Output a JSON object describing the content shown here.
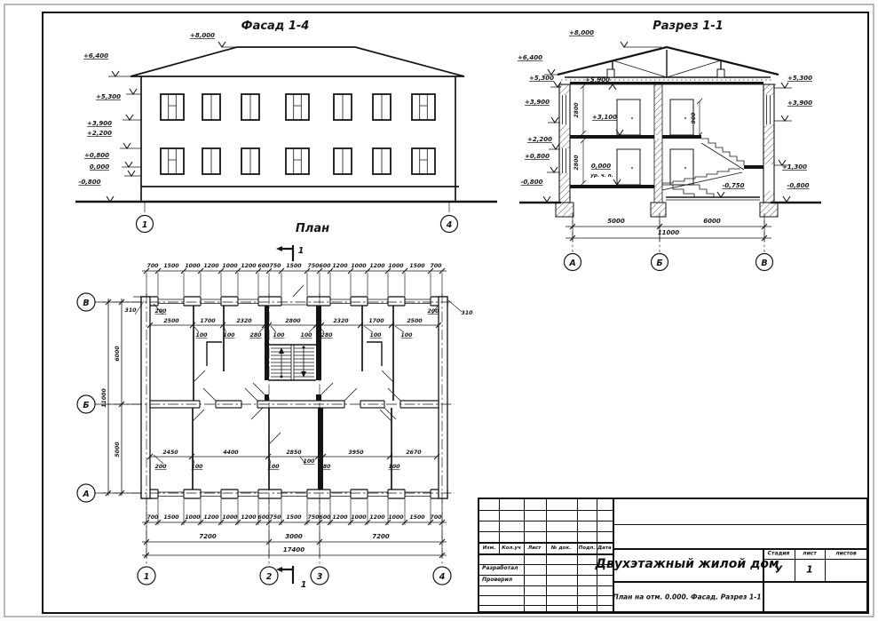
{
  "drawing": {
    "facade": {
      "title": "Фасад 1-4",
      "marks": [
        "+8,000",
        "+6,400",
        "+5,300",
        "+3,900",
        "+2,200",
        "+0,800",
        "0,000",
        "-0,800"
      ],
      "axis_labels": [
        "1",
        "4"
      ]
    },
    "section": {
      "title": "Разрез 1-1",
      "marks_left": [
        "+8,000",
        "+6,400",
        "+5,300",
        "+3,900",
        "+2,200",
        "+0,800",
        "-0,800"
      ],
      "marks_right": [
        "+5,300",
        "+3,900",
        "+1,300",
        "-0,800"
      ],
      "marks_inner": [
        "+5,900",
        "+3,100",
        "0,000",
        "-0,750"
      ],
      "floor_level_note": "ур. ч. п.",
      "storey_heights": [
        "2800",
        "2800"
      ],
      "stair_rise": "900",
      "dims_bottom": [
        "5000",
        "6000",
        "11000"
      ],
      "axis_labels": [
        "А",
        "Б",
        "В"
      ]
    },
    "plan": {
      "title": "План",
      "cut_label": "1",
      "chain_top": [
        "700",
        "1500",
        "1000",
        "1200",
        "1000",
        "1200",
        "600",
        "750",
        "1500",
        "750",
        "600",
        "1200",
        "1000",
        "1200",
        "1000",
        "1500",
        "700"
      ],
      "chain_bottom": [
        "700",
        "1500",
        "1000",
        "1200",
        "1000",
        "1200",
        "600",
        "750",
        "1500",
        "750",
        "600",
        "1200",
        "1000",
        "1200",
        "1000",
        "1500",
        "700"
      ],
      "rooms_upper": [
        "2500",
        "1700",
        "2320",
        "2800",
        "2320",
        "1700",
        "2500"
      ],
      "callouts_upper": [
        "200",
        "100",
        "100",
        "280",
        "100",
        "100",
        "280",
        "100",
        "100",
        "200"
      ],
      "rooms_lower": [
        "2450",
        "4400",
        "2850",
        "3950",
        "2670"
      ],
      "callouts_lower": [
        "200",
        "100",
        "100",
        "100",
        "280",
        "100"
      ],
      "dims_left": [
        "310",
        "6000",
        "5000",
        "11000"
      ],
      "dims_right": [
        "310"
      ],
      "dims_axis": [
        "7200",
        "3000",
        "7200"
      ],
      "dim_total": "17400",
      "row_axes": [
        "В",
        "Б",
        "А"
      ],
      "col_axes": [
        "1",
        "2",
        "3",
        "4"
      ]
    }
  },
  "titleblock": {
    "header_cols": [
      "Изм.",
      "Кол.уч",
      "Лист",
      "№ док.",
      "Подп.",
      "Дата"
    ],
    "row_labels": [
      "Разработал",
      "Проверил"
    ],
    "project_title": "Двухэтажный жилой дом",
    "sheet_title": "План на отм. 0.000. Фасад. Разрез 1-1",
    "stage_label": "Стадия",
    "sheet_label": "лист",
    "sheets_label": "листов",
    "stage_value": "У",
    "sheet_value": "1",
    "sheets_value": ""
  }
}
